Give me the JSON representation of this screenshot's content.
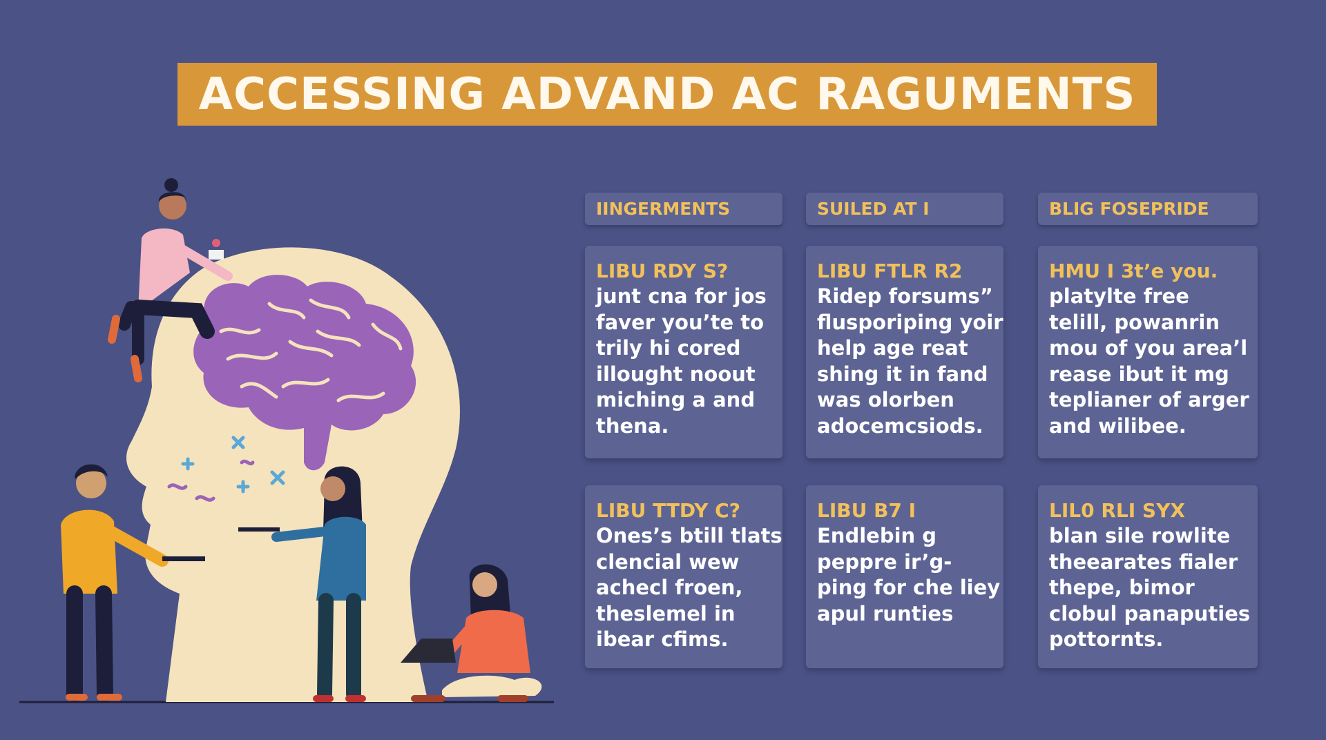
{
  "title": "ACCESSING ADVAND AC RAGUMENTS",
  "columns": [
    {
      "header": "IINGERMENTS",
      "cards": [
        {
          "title": "LIBU RDY  S?",
          "lines": [
            "junt cna for jos",
            "faver you’te to",
            "trily hi cored",
            "illought noout",
            "miching a and",
            "thena."
          ]
        },
        {
          "title": "LIBU TTDY  C?",
          "lines": [
            "Ones’s btill tlats",
            "clencial wew",
            "achecl froen,",
            "theslemel in",
            "ibear cfims."
          ]
        }
      ]
    },
    {
      "header": "SUILED AT I",
      "cards": [
        {
          "title": "LIBU FTLR  R2",
          "lines": [
            "Ridep forsums”",
            "flusporiping yoir",
            "help age reat",
            "shing it in fand",
            "was olorben",
            "adocemcsiods."
          ]
        },
        {
          "title": "LIBU B7  I",
          "lines": [
            "Endlebin g",
            "peppre ir’g-",
            "ping for che liey",
            "apul runties"
          ]
        }
      ]
    },
    {
      "header": "BLIG FOSEPRIDE",
      "cards": [
        {
          "title": "HMU I 3t’e you.",
          "lines": [
            "platylte free",
            "telill, powanrin",
            "mou of you area’l",
            "rease ibut it mg",
            "teplianer of arger",
            "and wilibee."
          ]
        },
        {
          "title": "LIL0 RLI SYX",
          "lines": [
            "blan sile rowlite",
            "theearates fialer",
            "thepe, bimor",
            "clobul panaputies",
            "pottornts."
          ]
        }
      ]
    }
  ],
  "colors": {
    "background": "#4b5285",
    "banner": "#d8983a",
    "card": "#5d6494",
    "heading": "#f2c15a",
    "brain": "#9a64b8",
    "head": "#f5e3bd"
  }
}
